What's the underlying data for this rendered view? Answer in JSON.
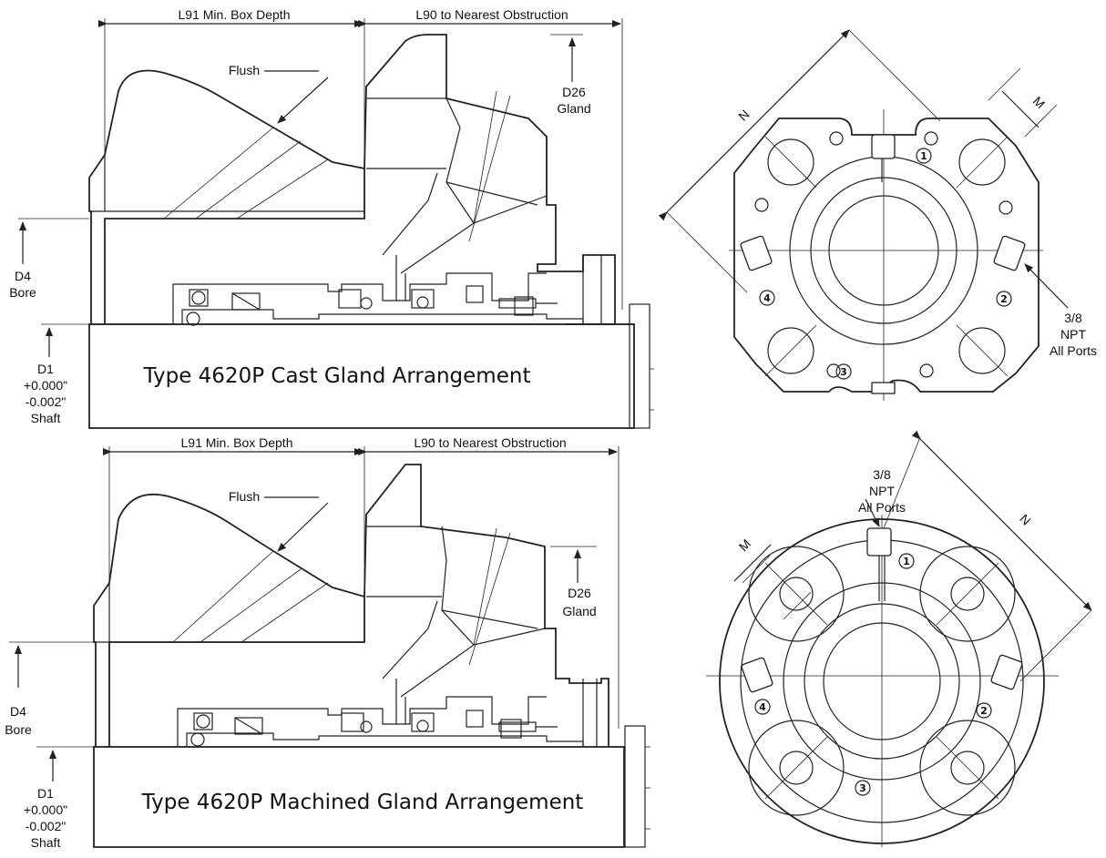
{
  "top": {
    "dim_box_depth": "L91 Min. Box Depth",
    "dim_obstruction": "L90 to Nearest Obstruction",
    "flush": "Flush",
    "d26_a": "D26",
    "d26_b": "Gland",
    "d4_a": "D4",
    "d4_b": "Bore",
    "d1_a": "D1",
    "d1_b": "+0.000\"",
    "d1_c": "-0.002\"",
    "d1_d": "Shaft",
    "title": "Type 4620P Cast Gland Arrangement",
    "view": {
      "n_label": "N",
      "m_label": "M",
      "npt_a": "3/8",
      "npt_b": "NPT",
      "npt_c": "All Ports",
      "ports": [
        "1",
        "2",
        "3",
        "4"
      ]
    }
  },
  "bottom": {
    "dim_box_depth": "L91 Min. Box Depth",
    "dim_obstruction": "L90 to Nearest Obstruction",
    "flush": "Flush",
    "d26_a": "D26",
    "d26_b": "Gland",
    "d4_a": "D4",
    "d4_b": "Bore",
    "d1_a": "D1",
    "d1_b": "+0.000\"",
    "d1_c": "-0.002\"",
    "d1_d": "Shaft",
    "title": "Type 4620P Machined Gland Arrangement",
    "view": {
      "n_label": "N",
      "m_label": "M",
      "npt_a": "3/8",
      "npt_b": "NPT",
      "npt_c": "All Ports",
      "ports": [
        "1",
        "2",
        "3",
        "4"
      ]
    }
  }
}
